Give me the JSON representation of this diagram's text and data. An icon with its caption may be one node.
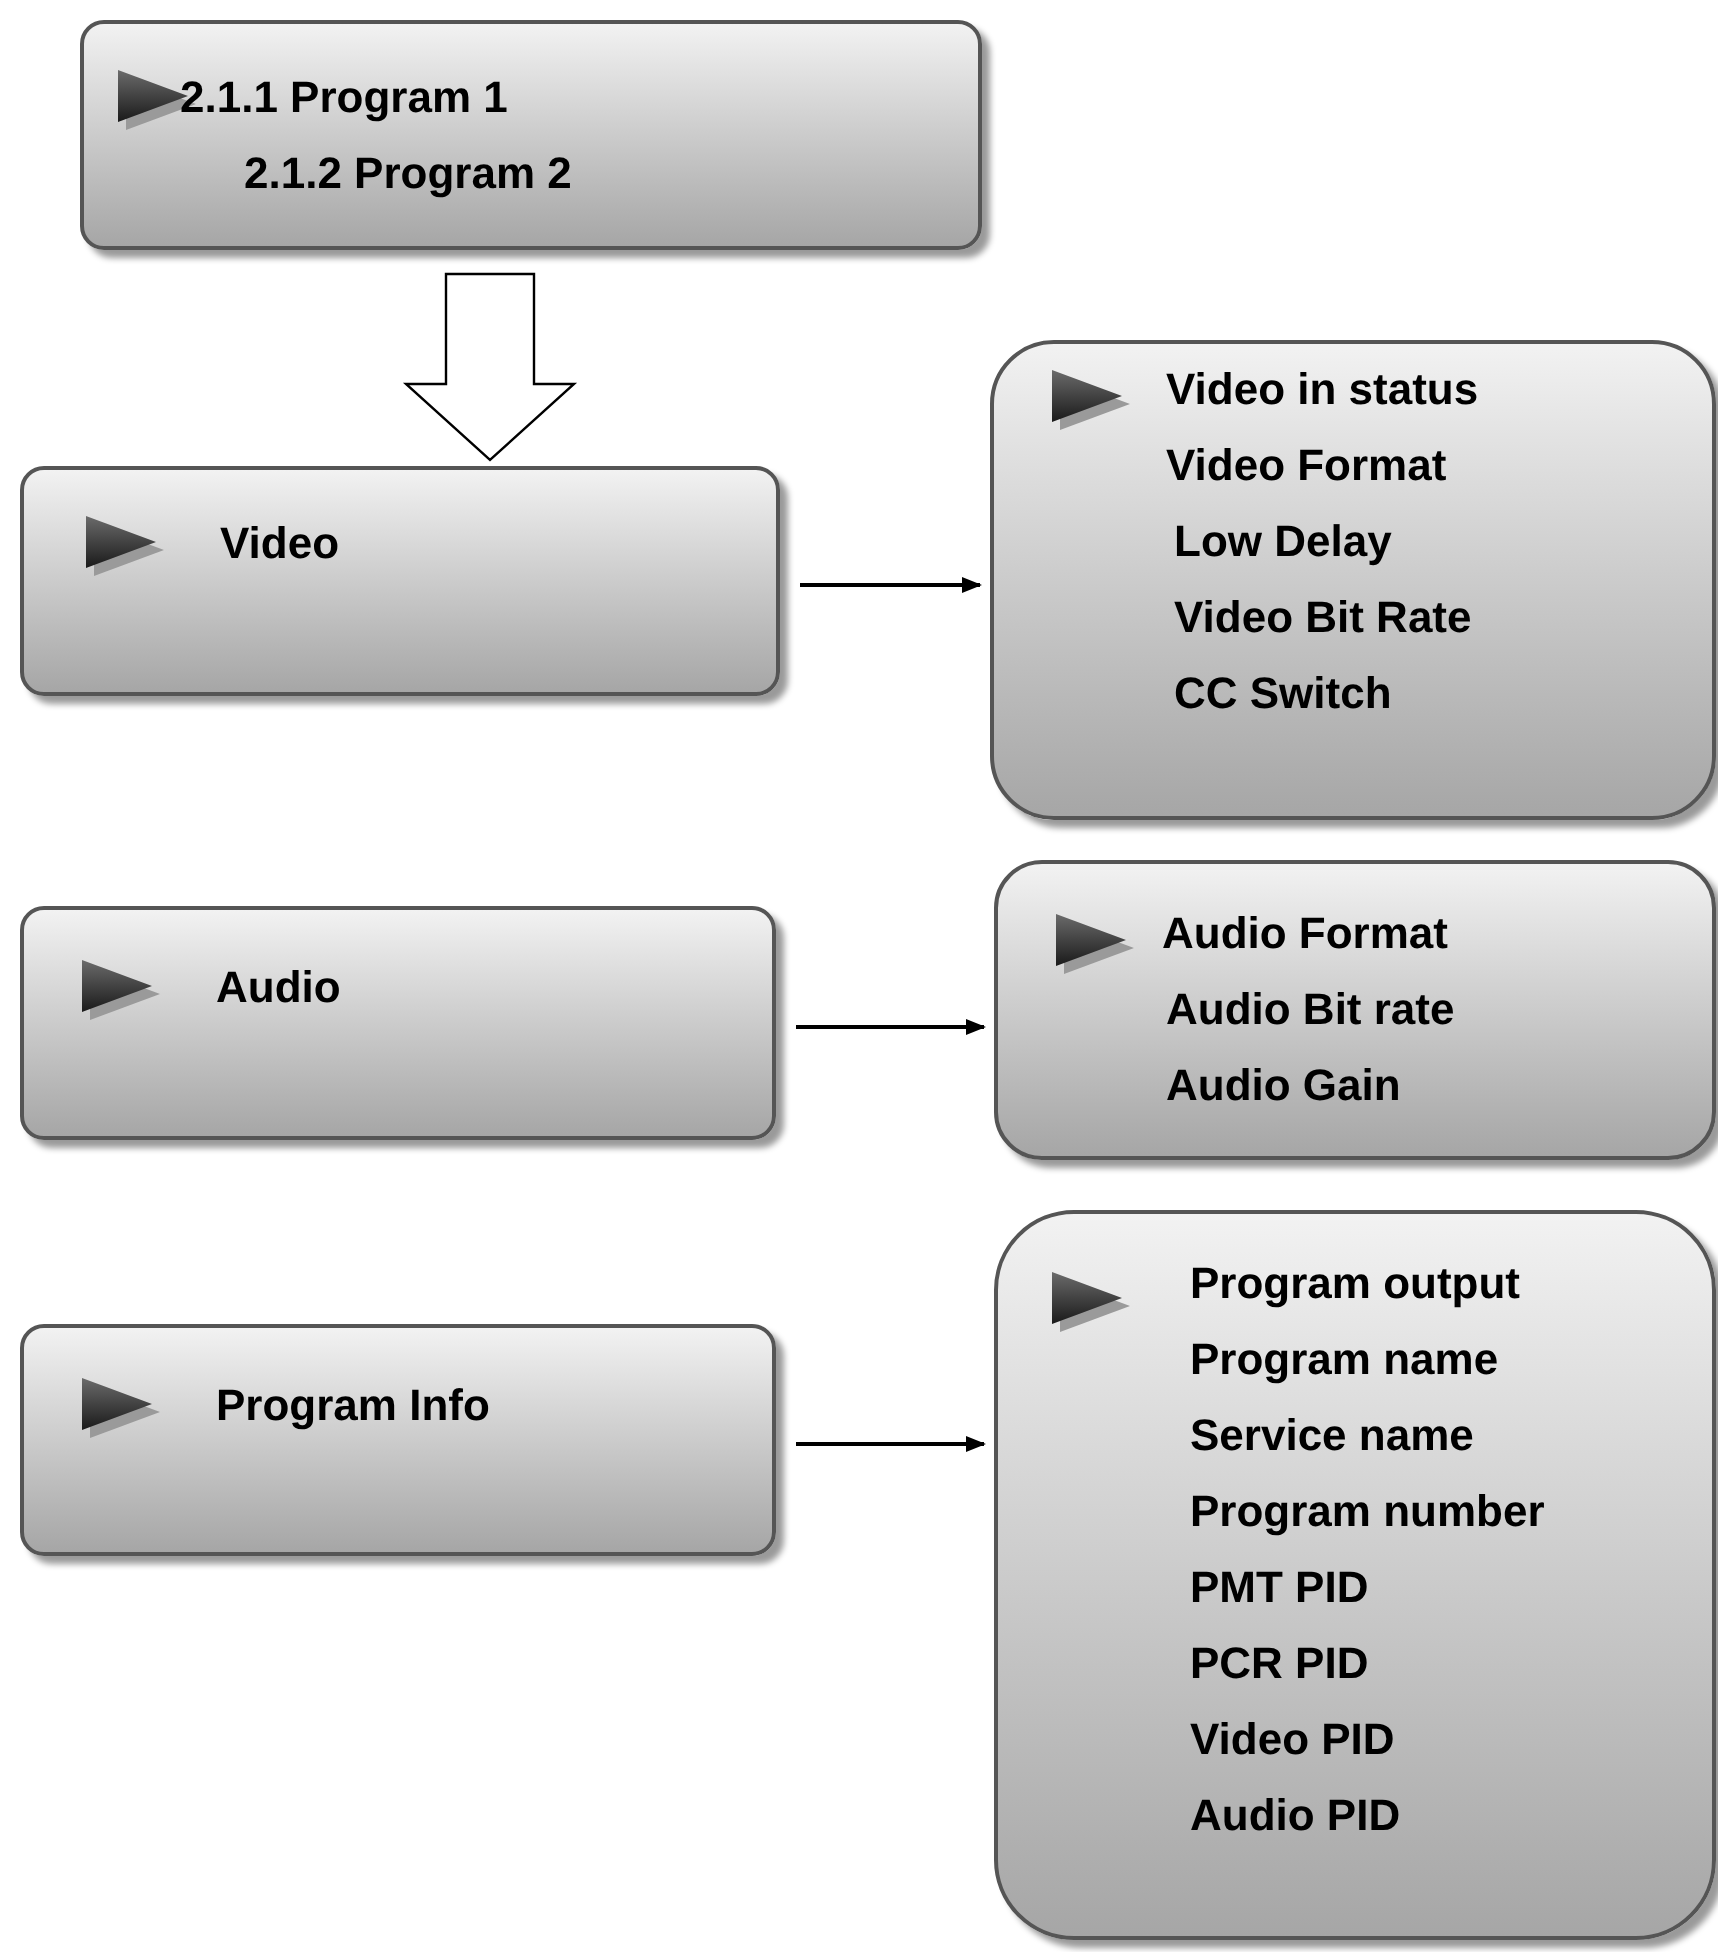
{
  "diagram": {
    "nodes": [
      {
        "text": [
          "2.1.1 Program 1",
          "2.1.2 Program 2"
        ]
      },
      {
        "text": [
          "Video"
        ]
      },
      {
        "text": [
          "Video in status",
          "Video Format",
          "Low Delay",
          "Video Bit Rate",
          "CC Switch"
        ]
      },
      {
        "text": [
          "Audio"
        ]
      },
      {
        "text": [
          "Audio Format",
          "Audio Bit rate",
          "Audio Gain"
        ]
      },
      {
        "text": [
          "Program Info"
        ]
      },
      {
        "text": [
          "Program output",
          "Program name",
          "Service name",
          "Program number",
          "PMT PID",
          "PCR PID",
          "Video PID",
          "Audio PID"
        ]
      }
    ],
    "edges": [
      {
        "from": 0,
        "to": 1,
        "arrow": "to",
        "style": "thick"
      },
      {
        "from": 1,
        "to": 2,
        "arrow": "to"
      },
      {
        "from": 3,
        "to": 4,
        "arrow": "to"
      },
      {
        "from": 5,
        "to": 6,
        "arrow": "to"
      }
    ]
  }
}
